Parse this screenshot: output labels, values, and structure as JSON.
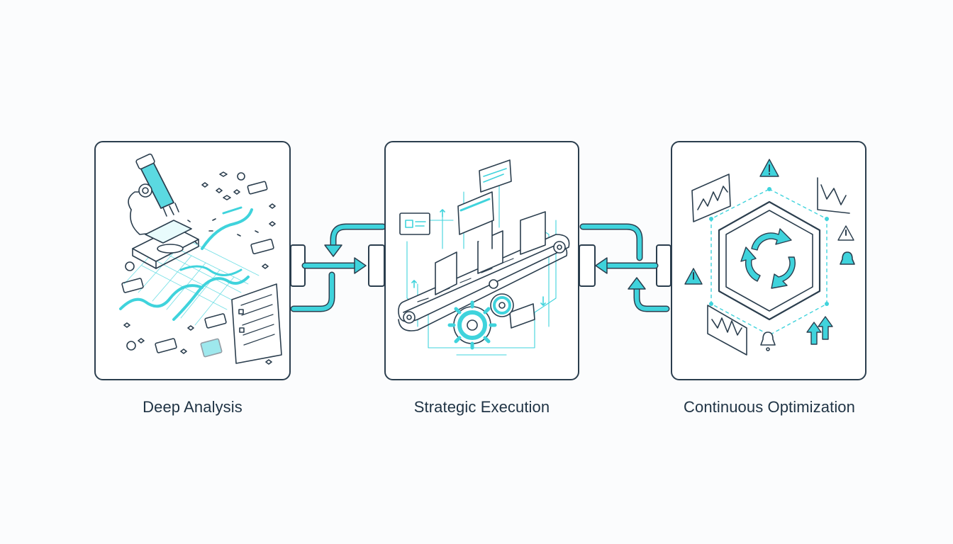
{
  "stages": [
    {
      "label": "Deep Analysis",
      "icon": "microscope-data-icon"
    },
    {
      "label": "Strategic Execution",
      "icon": "conveyor-gears-icon"
    },
    {
      "label": "Continuous Optimization",
      "icon": "cycle-hexagon-icon"
    }
  ],
  "colors": {
    "accent": "#3fd3dc",
    "stroke": "#2b3e4e",
    "label": "#1f3344",
    "background": "#fbfcfd"
  }
}
